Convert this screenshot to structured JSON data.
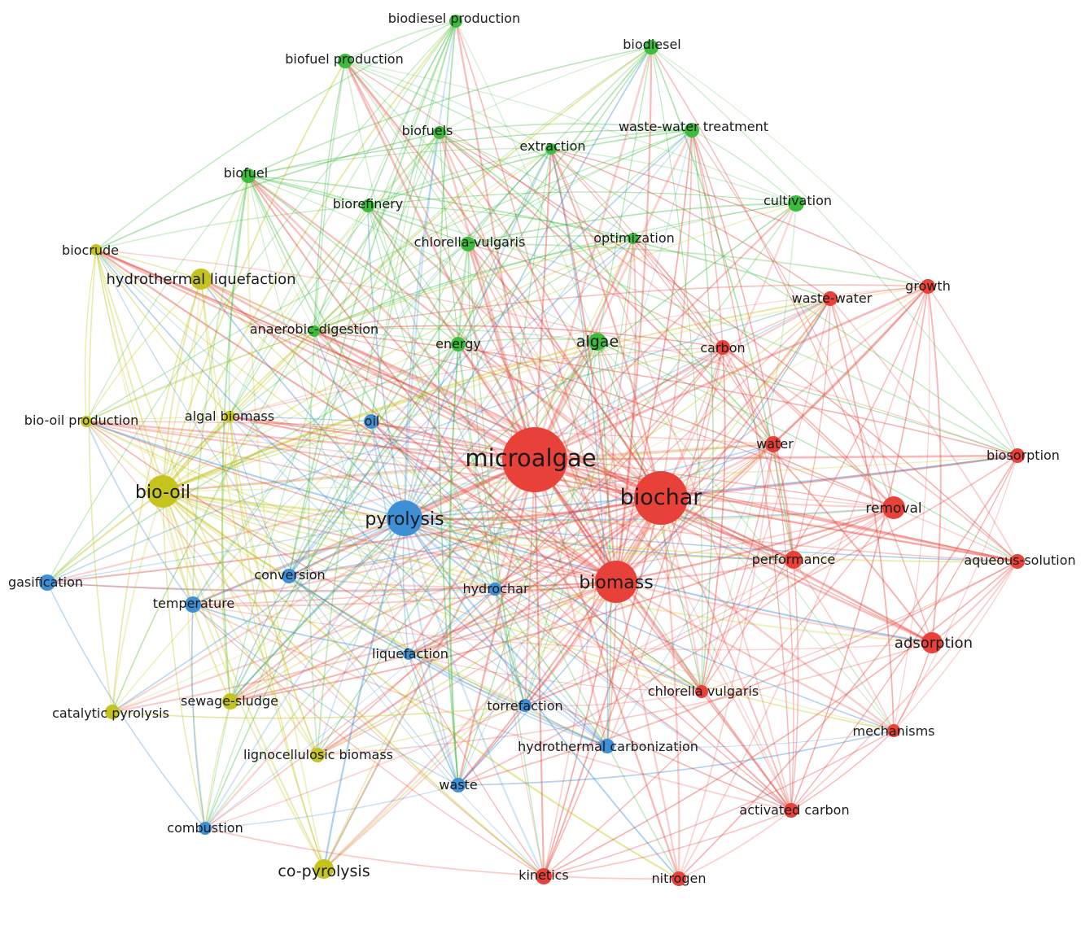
{
  "network": {
    "colors": {
      "red": "#e8413a",
      "green": "#3dbb3d",
      "blue": "#3d8fd6",
      "yellow": "#c5c41f"
    },
    "nodes": [
      {
        "id": "microalgae",
        "label": "microalgae",
        "cluster": "red",
        "weight": 10
      },
      {
        "id": "biochar",
        "label": "biochar",
        "cluster": "red",
        "weight": 8
      },
      {
        "id": "biomass",
        "label": "biomass",
        "cluster": "red",
        "weight": 6
      },
      {
        "id": "pyrolysis",
        "label": "pyrolysis",
        "cluster": "blue",
        "weight": 5
      },
      {
        "id": "bio-oil",
        "label": "bio-oil",
        "cluster": "yellow",
        "weight": 5
      },
      {
        "id": "hydrothermal-liquefaction",
        "label": "hydrothermal liquefaction",
        "cluster": "yellow",
        "weight": 3
      },
      {
        "id": "adsorption",
        "label": "adsorption",
        "cluster": "red",
        "weight": 3
      },
      {
        "id": "removal",
        "label": "removal",
        "cluster": "red",
        "weight": 3
      },
      {
        "id": "performance",
        "label": "performance",
        "cluster": "red",
        "weight": 2
      },
      {
        "id": "water",
        "label": "water",
        "cluster": "red",
        "weight": 2
      },
      {
        "id": "carbon",
        "label": "carbon",
        "cluster": "red",
        "weight": 2
      },
      {
        "id": "waste-water",
        "label": "waste-water",
        "cluster": "red",
        "weight": 2
      },
      {
        "id": "growth",
        "label": "growth",
        "cluster": "red",
        "weight": 2
      },
      {
        "id": "biosorption",
        "label": "biosorption",
        "cluster": "red",
        "weight": 2
      },
      {
        "id": "aqueous-solution",
        "label": "aqueous-solution",
        "cluster": "red",
        "weight": 2
      },
      {
        "id": "mechanisms",
        "label": "mechanisms",
        "cluster": "red",
        "weight": 1
      },
      {
        "id": "chlorella-vulgaris-2",
        "label": "chlorella vulgaris",
        "cluster": "red",
        "weight": 1
      },
      {
        "id": "activated-carbon",
        "label": "activated carbon",
        "cluster": "red",
        "weight": 2
      },
      {
        "id": "nitrogen",
        "label": "nitrogen",
        "cluster": "red",
        "weight": 2
      },
      {
        "id": "kinetics",
        "label": "kinetics",
        "cluster": "red",
        "weight": 2
      },
      {
        "id": "biodiesel-production",
        "label": "biodiesel production",
        "cluster": "green",
        "weight": 2
      },
      {
        "id": "biodiesel",
        "label": "biodiesel",
        "cluster": "green",
        "weight": 2
      },
      {
        "id": "biofuel-production",
        "label": "biofuel production",
        "cluster": "green",
        "weight": 2
      },
      {
        "id": "biofuels",
        "label": "biofuels",
        "cluster": "green",
        "weight": 2
      },
      {
        "id": "extraction",
        "label": "extraction",
        "cluster": "green",
        "weight": 1
      },
      {
        "id": "waste-water-treatment",
        "label": "waste-water treatment",
        "cluster": "green",
        "weight": 2
      },
      {
        "id": "biofuel",
        "label": "biofuel",
        "cluster": "green",
        "weight": 2
      },
      {
        "id": "biorefinery",
        "label": "biorefinery",
        "cluster": "green",
        "weight": 2
      },
      {
        "id": "cultivation",
        "label": "cultivation",
        "cluster": "green",
        "weight": 2
      },
      {
        "id": "chlorella-vulgaris",
        "label": "chlorella-vulgaris",
        "cluster": "green",
        "weight": 2
      },
      {
        "id": "optimization",
        "label": "optimization",
        "cluster": "green",
        "weight": 1
      },
      {
        "id": "anaerobic-digestion",
        "label": "anaerobic-digestion",
        "cluster": "green",
        "weight": 1
      },
      {
        "id": "energy",
        "label": "energy",
        "cluster": "green",
        "weight": 2
      },
      {
        "id": "algae",
        "label": "algae",
        "cluster": "green",
        "weight": 3
      },
      {
        "id": "biocrude",
        "label": "biocrude",
        "cluster": "yellow",
        "weight": 1
      },
      {
        "id": "bio-oil-production",
        "label": "bio-oil production",
        "cluster": "yellow",
        "weight": 1
      },
      {
        "id": "algal-biomass",
        "label": "algal biomass",
        "cluster": "yellow",
        "weight": 1
      },
      {
        "id": "oil",
        "label": "oil",
        "cluster": "blue",
        "weight": 2
      },
      {
        "id": "gasification",
        "label": "gasification",
        "cluster": "blue",
        "weight": 2
      },
      {
        "id": "conversion",
        "label": "conversion",
        "cluster": "blue",
        "weight": 2
      },
      {
        "id": "temperature",
        "label": "temperature",
        "cluster": "blue",
        "weight": 2
      },
      {
        "id": "hydrochar",
        "label": "hydrochar",
        "cluster": "blue",
        "weight": 1
      },
      {
        "id": "liquefaction",
        "label": "liquefaction",
        "cluster": "blue",
        "weight": 1
      },
      {
        "id": "torrefaction",
        "label": "torrefaction",
        "cluster": "blue",
        "weight": 1
      },
      {
        "id": "hydrothermal-carbonization",
        "label": "hydrothermal carbonization",
        "cluster": "blue",
        "weight": 2
      },
      {
        "id": "sewage-sludge",
        "label": "sewage-sludge",
        "cluster": "yellow",
        "weight": 2
      },
      {
        "id": "catalytic-pyrolysis",
        "label": "catalytic pyrolysis",
        "cluster": "yellow",
        "weight": 2
      },
      {
        "id": "lignocellulosic-biomass",
        "label": "lignocellulosic biomass",
        "cluster": "yellow",
        "weight": 2
      },
      {
        "id": "waste",
        "label": "waste",
        "cluster": "blue",
        "weight": 2
      },
      {
        "id": "combustion",
        "label": "combustion",
        "cluster": "blue",
        "weight": 1
      },
      {
        "id": "co-pyrolysis",
        "label": "co-pyrolysis",
        "cluster": "yellow",
        "weight": 3
      }
    ]
  }
}
